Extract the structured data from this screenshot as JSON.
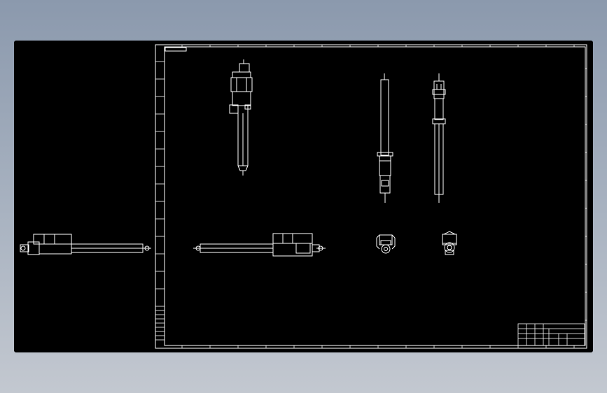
{
  "app": {
    "title": "",
    "background_gradient": [
      "#8b99ad",
      "#c3c8d0"
    ]
  },
  "viewport": {
    "background": "#000000",
    "line_color": "#ffffff"
  },
  "drawing": {
    "views": [
      "front-view-vertical",
      "side-view-vertical-left",
      "side-view-vertical-right",
      "top-view-horizontal",
      "end-view-left",
      "end-view-right",
      "outside-horizontal-view"
    ],
    "title_block": {
      "text": ""
    }
  },
  "icons": {
    "cursor": "none"
  }
}
